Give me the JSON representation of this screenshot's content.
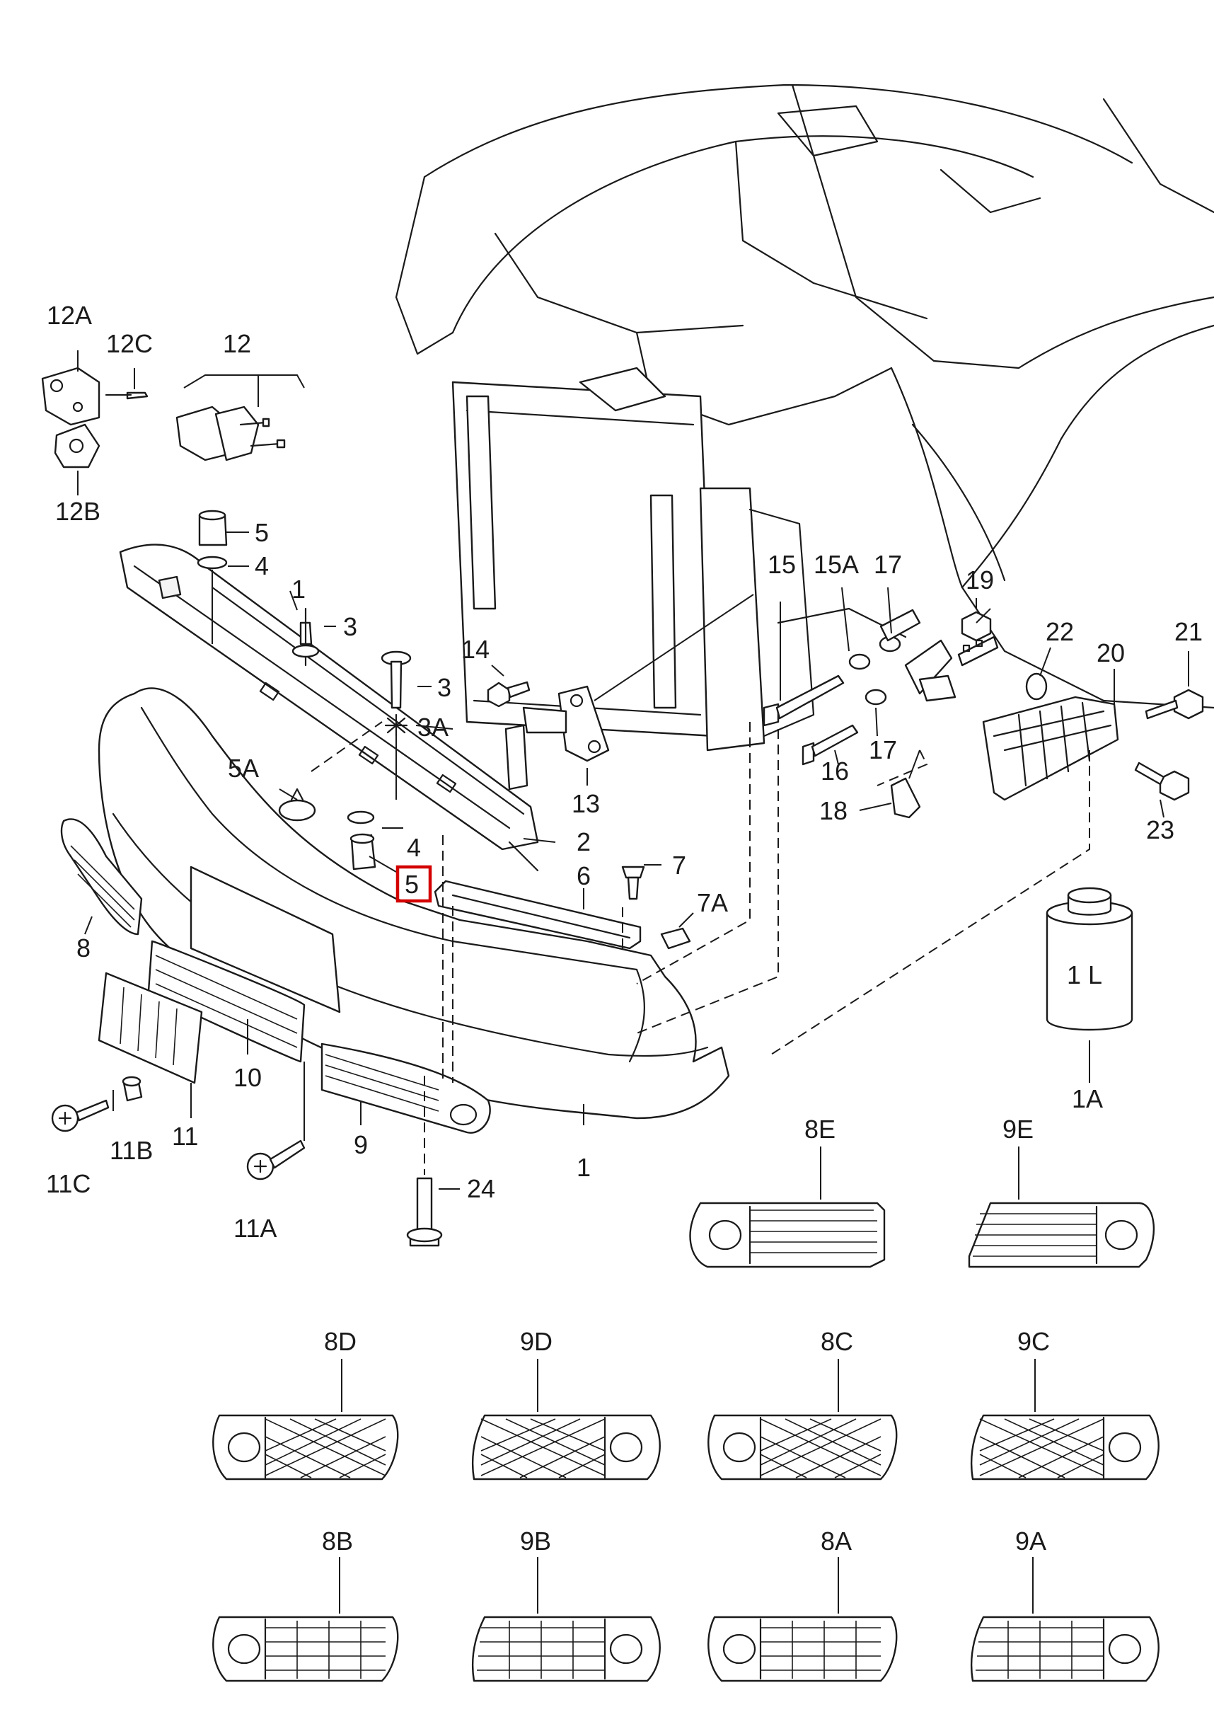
{
  "labels": {
    "p12A": "12A",
    "p12C": "12C",
    "p12": "12",
    "p12B": "12B",
    "p5top": "5",
    "p4top": "4",
    "p1top": "1",
    "p3a": "3",
    "p3b": "3",
    "p3A": "3A",
    "p14": "14",
    "p13": "13",
    "p2": "2",
    "p6": "6",
    "p7": "7",
    "p7A": "7A",
    "p5A": "5A",
    "p4": "4",
    "p5": "5",
    "p8": "8",
    "p15": "15",
    "p15A": "15A",
    "p17top": "17",
    "p19": "19",
    "p22": "22",
    "p20": "20",
    "p21": "21",
    "p16": "16",
    "p17": "17",
    "p18": "18",
    "p23": "23",
    "p1L": "1 L",
    "p1A": "1A",
    "p10": "10",
    "p11": "11",
    "p11B": "11B",
    "p11C": "11C",
    "p11A": "11A",
    "p9": "9",
    "p24": "24",
    "p1": "1",
    "p8E": "8E",
    "p9E": "9E",
    "p8D": "8D",
    "p9D": "9D",
    "p8C": "8C",
    "p9C": "9C",
    "p8B": "8B",
    "p9B": "9B",
    "p8A": "8A",
    "p9A": "9A"
  },
  "highlight": {
    "label": "5",
    "color": "#d40000"
  }
}
